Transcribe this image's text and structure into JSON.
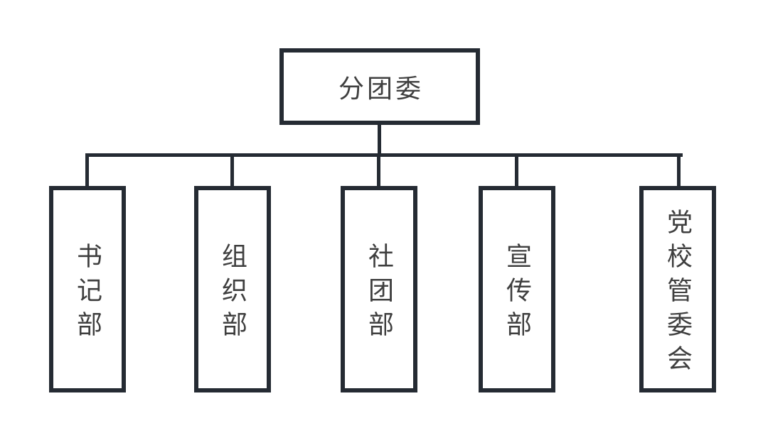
{
  "org_chart": {
    "root": {
      "label": "分团委"
    },
    "departments": [
      {
        "label": "书记部"
      },
      {
        "label": "组织部"
      },
      {
        "label": "社团部"
      },
      {
        "label": "宣传部"
      },
      {
        "label": "党校管委会"
      }
    ]
  },
  "colors": {
    "line": "#252b33",
    "text": "#3f3f3f",
    "background": "#ffffff"
  }
}
